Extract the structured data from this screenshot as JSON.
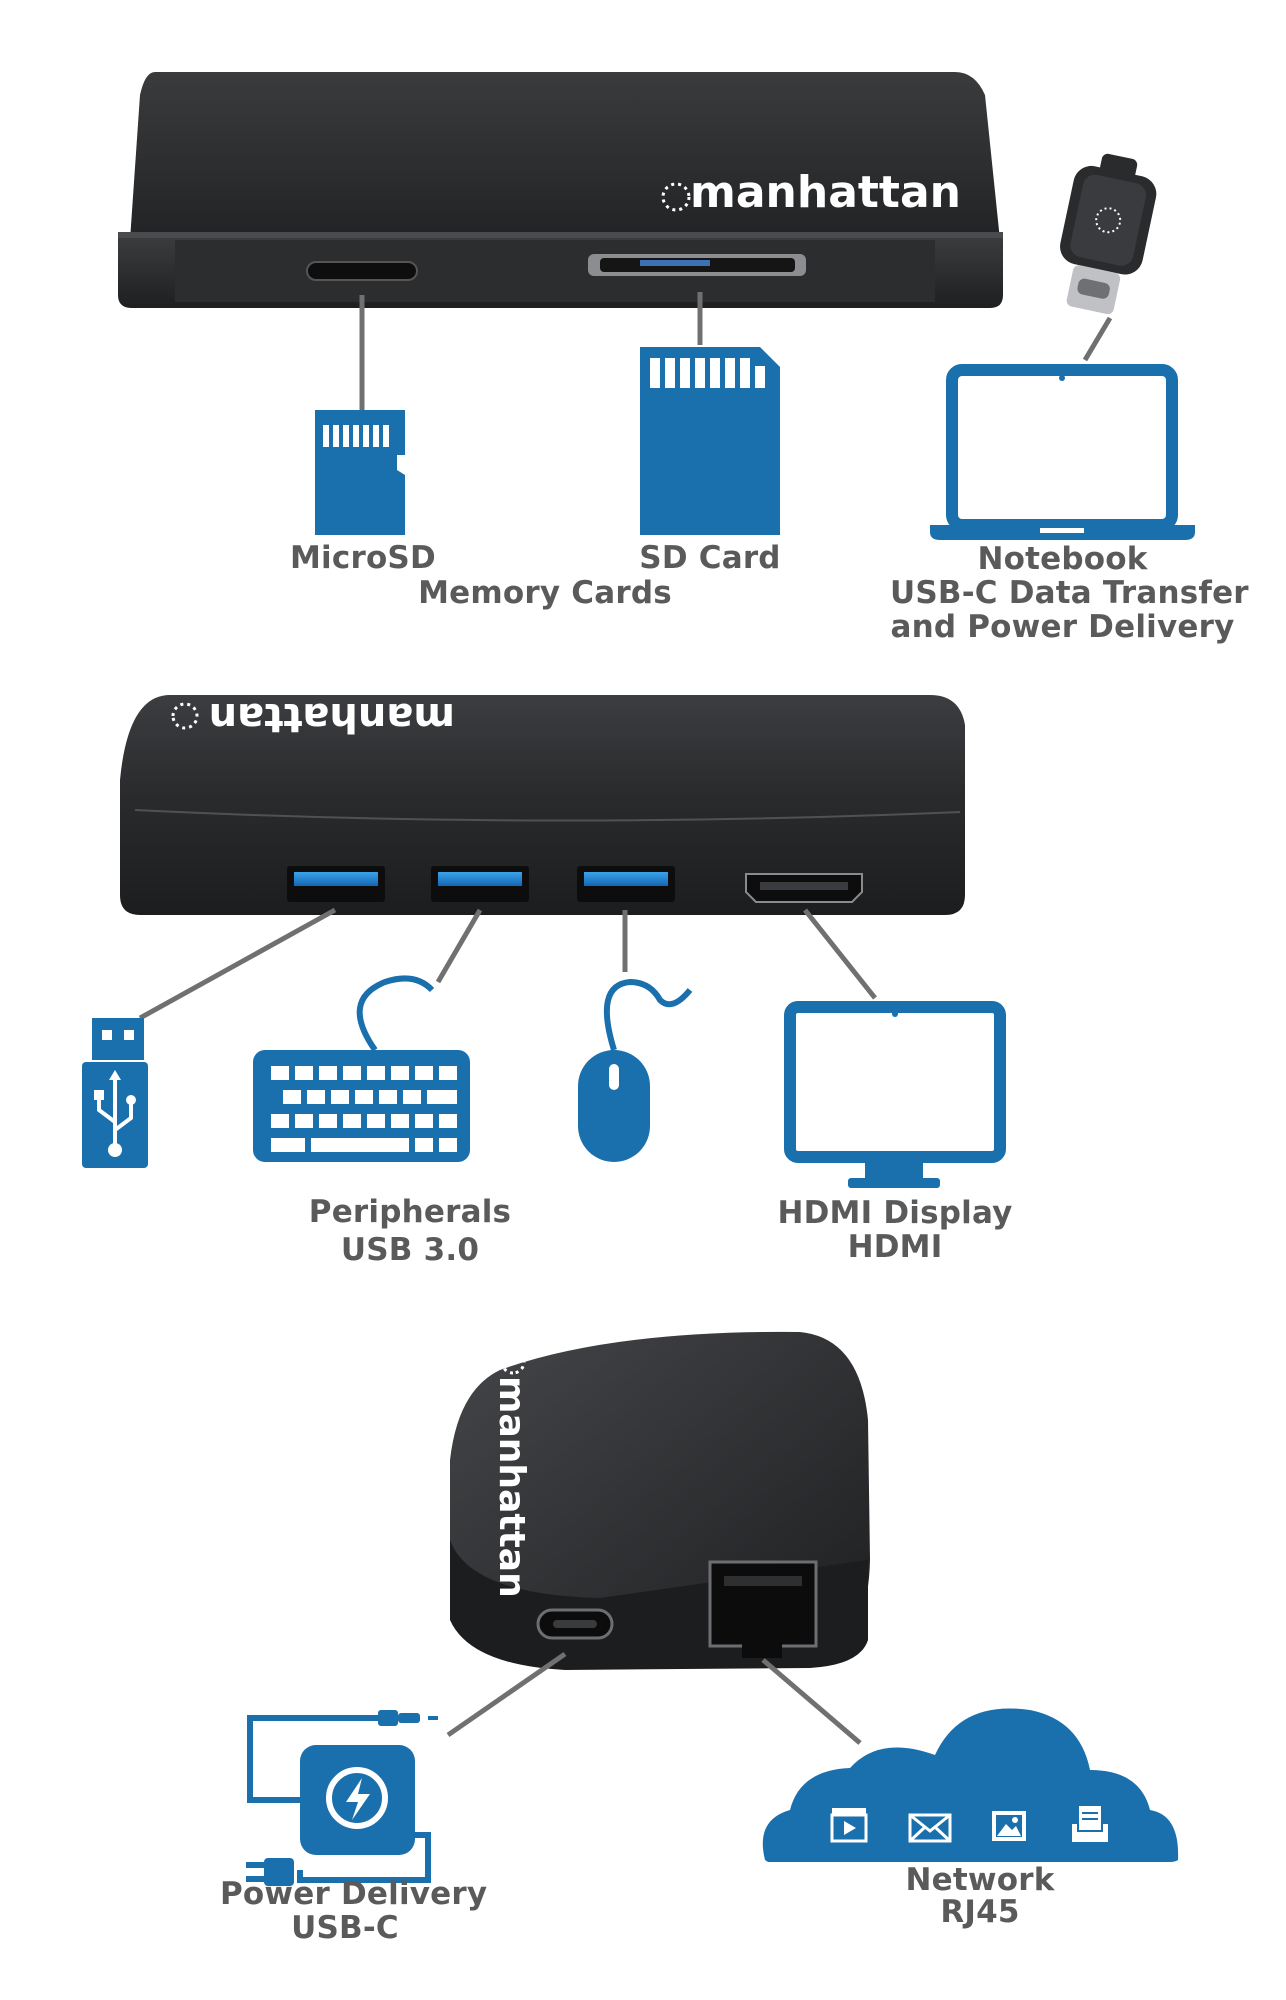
{
  "brand": {
    "logo_text": "manhattan"
  },
  "colors": {
    "accent_blue": "#1a6fad",
    "device_body": "#2b2c2e",
    "label_gray": "#5a5a5a",
    "leader_gray": "#707070"
  },
  "sections": {
    "memory_cards": {
      "microsd_label": "MicroSD",
      "sd_label": "SD Card",
      "group_label": "Memory Cards",
      "icons": [
        "microsd-card-icon",
        "sd-card-icon"
      ]
    },
    "notebook": {
      "line1": "Notebook",
      "line2": "USB-C Data Transfer",
      "line3": "and Power Delivery",
      "icons": [
        "usb-c-plug-icon",
        "laptop-icon"
      ]
    },
    "peripherals": {
      "line1": "Peripherals",
      "line2": "USB 3.0",
      "icons": [
        "usb-flash-drive-icon",
        "keyboard-icon",
        "mouse-icon"
      ]
    },
    "hdmi": {
      "line1": "HDMI Display",
      "line2": "HDMI",
      "icons": [
        "monitor-icon"
      ]
    },
    "power_delivery": {
      "line1": "Power Delivery",
      "line2": "USB-C",
      "icons": [
        "power-adapter-icon"
      ]
    },
    "network": {
      "line1": "Network",
      "line2": "RJ45",
      "icons": [
        "cloud-icon",
        "video-icon",
        "mail-icon",
        "image-icon",
        "document-icon"
      ]
    }
  }
}
